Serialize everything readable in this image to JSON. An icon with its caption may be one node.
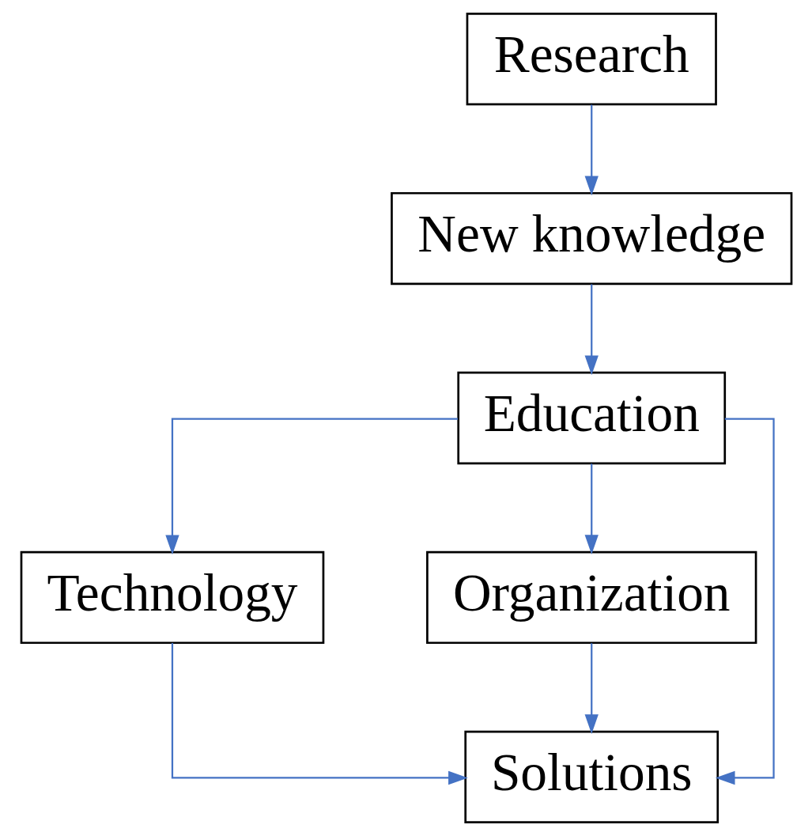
{
  "diagram": {
    "nodes": [
      {
        "text": [
          "Research"
        ]
      },
      {
        "text": [
          "New knowledge"
        ]
      },
      {
        "text": [
          "Education"
        ]
      },
      {
        "text": [
          "Technology"
        ]
      },
      {
        "text": [
          "Organization"
        ]
      },
      {
        "text": [
          "Solutions"
        ]
      }
    ],
    "edges": [
      {
        "from": 0,
        "to": 1,
        "arrow": "to"
      },
      {
        "from": 1,
        "to": 2,
        "arrow": "to"
      },
      {
        "from": 2,
        "to": 3,
        "arrow": "to"
      },
      {
        "from": 2,
        "to": 5,
        "arrow": "to"
      },
      {
        "from": 2,
        "to": 4,
        "arrow": "to"
      },
      {
        "from": 3,
        "to": 5,
        "arrow": "to"
      },
      {
        "from": 4,
        "to": 5,
        "arrow": "to"
      }
    ]
  }
}
